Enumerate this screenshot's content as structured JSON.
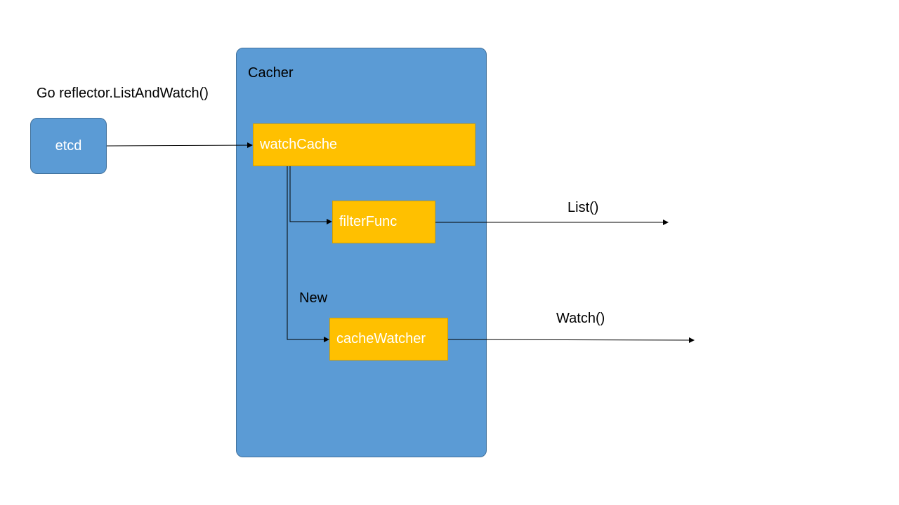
{
  "diagram": {
    "cacher_label": "Cacher",
    "etcd_label": "etcd",
    "reflector_label": "Go reflector.ListAndWatch()",
    "watch_cache_label": "watchCache",
    "filter_func_label": "filterFunc",
    "cache_watcher_label": "cacheWatcher",
    "new_label": "New",
    "list_label": "List()",
    "watch_label": "Watch()"
  },
  "colors": {
    "container_fill": "#5b9bd5",
    "component_fill": "#ffc000",
    "arrow": "#000000"
  }
}
